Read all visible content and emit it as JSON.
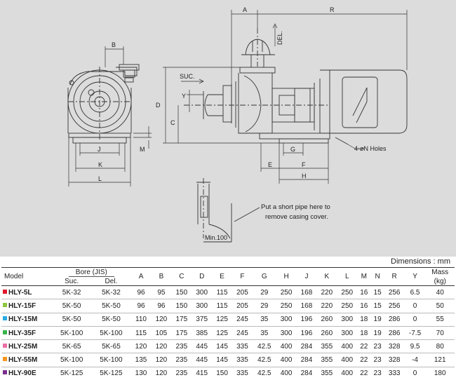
{
  "drawing": {
    "dim_labels": [
      "A",
      "R",
      "B",
      "D",
      "C",
      "Y",
      "J",
      "K",
      "L",
      "M",
      "G",
      "E",
      "F",
      "H",
      "N"
    ],
    "suc_label": "SUC.",
    "del_label": "DEL.",
    "holes_label": "4-øN Holes",
    "note_line1": "Put a short pipe here to",
    "note_line2": "remove casing cover.",
    "min_label": "Min.100"
  },
  "caption": "Dimensions : mm",
  "table": {
    "model_header": "Model",
    "bore_header": "Bore (JIS)",
    "suc_header": "Suc.",
    "del_header": "Del.",
    "dim_headers": [
      "A",
      "B",
      "C",
      "D",
      "E",
      "F",
      "G",
      "H",
      "J",
      "K",
      "L",
      "M",
      "N",
      "R",
      "Y"
    ],
    "mass_header_1": "Mass",
    "mass_header_2": "(kg)",
    "rows": [
      {
        "model": "HLY-5L",
        "color": "#e0182a",
        "suc": "5K-32",
        "del": "5K-32",
        "vals": [
          "96",
          "95",
          "150",
          "300",
          "115",
          "205",
          "29",
          "250",
          "168",
          "220",
          "250",
          "16",
          "15",
          "256",
          "6.5",
          "40"
        ]
      },
      {
        "model": "HLY-15F",
        "color": "#8cc63f",
        "suc": "5K-50",
        "del": "5K-50",
        "vals": [
          "96",
          "96",
          "150",
          "300",
          "115",
          "205",
          "29",
          "250",
          "168",
          "220",
          "250",
          "16",
          "15",
          "256",
          "0",
          "50"
        ]
      },
      {
        "model": "HLY-15M",
        "color": "#29abe2",
        "suc": "5K-50",
        "del": "5K-50",
        "vals": [
          "110",
          "120",
          "175",
          "375",
          "125",
          "245",
          "35",
          "300",
          "196",
          "260",
          "300",
          "18",
          "19",
          "286",
          "0",
          "55"
        ]
      },
      {
        "model": "HLY-35F",
        "color": "#39b54a",
        "suc": "5K-100",
        "del": "5K-100",
        "vals": [
          "115",
          "105",
          "175",
          "385",
          "125",
          "245",
          "35",
          "300",
          "196",
          "260",
          "300",
          "18",
          "19",
          "286",
          "-7.5",
          "70"
        ]
      },
      {
        "model": "HLY-25M",
        "color": "#ec6ea8",
        "suc": "5K-65",
        "del": "5K-65",
        "vals": [
          "120",
          "120",
          "235",
          "445",
          "145",
          "335",
          "42.5",
          "400",
          "284",
          "355",
          "400",
          "22",
          "23",
          "328",
          "9.5",
          "80"
        ]
      },
      {
        "model": "HLY-55M",
        "color": "#f7931e",
        "suc": "5K-100",
        "del": "5K-100",
        "vals": [
          "135",
          "120",
          "235",
          "445",
          "145",
          "335",
          "42.5",
          "400",
          "284",
          "355",
          "400",
          "22",
          "23",
          "328",
          "-4",
          "121"
        ]
      },
      {
        "model": "HLY-90E",
        "color": "#7b2e8e",
        "suc": "5K-125",
        "del": "5K-125",
        "vals": [
          "130",
          "120",
          "235",
          "415",
          "150",
          "335",
          "42.5",
          "400",
          "284",
          "355",
          "400",
          "22",
          "23",
          "333",
          "0",
          "180"
        ]
      }
    ]
  }
}
